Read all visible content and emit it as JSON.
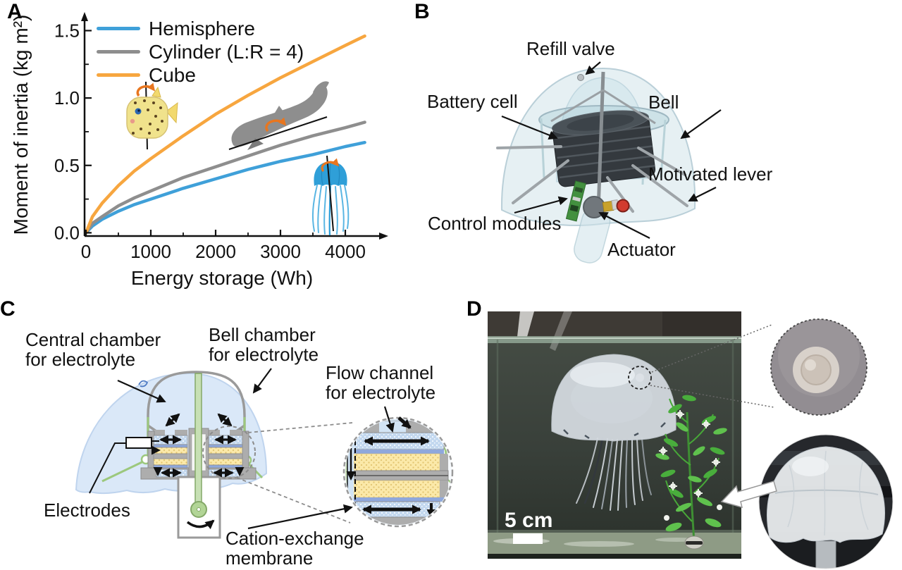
{
  "figure": {
    "panel_a": {
      "label": "A"
    },
    "panel_b": {
      "label": "B",
      "annotations": {
        "refill_valve": "Refill valve",
        "battery_cell": "Battery cell",
        "bell": "Bell",
        "motivated_lever": "Motivated lever",
        "control_modules": "Control modules",
        "actuator": "Actuator"
      }
    },
    "panel_c": {
      "label": "C",
      "annotations": {
        "central_chamber": "Central chamber\nfor electrolyte",
        "bell_chamber": "Bell chamber\nfor electrolyte",
        "flow_channel": "Flow channel\nfor electrolyte",
        "electrodes": "Electrodes",
        "cation_exchange_membrane": "Cation-exchange\nmembrane"
      }
    },
    "panel_d": {
      "label": "D",
      "scale_bar_label": "5 cm"
    }
  },
  "chart_data": {
    "type": "line",
    "title": "",
    "xlabel": "Energy storage (Wh)",
    "ylabel": "Moment of inertia (kg m²)",
    "xlim": [
      0,
      4300
    ],
    "ylim": [
      0,
      1.5
    ],
    "x_ticks": [
      0,
      1000,
      2000,
      3000,
      4000
    ],
    "x_minor_ticks": [
      500,
      1500,
      2500,
      3500
    ],
    "y_ticks": [
      "0.0",
      "0.5",
      "1.0",
      "1.5"
    ],
    "y_tick_values": [
      0,
      0.5,
      1.0,
      1.5
    ],
    "y_minor_ticks": [
      0.25,
      0.75,
      1.25
    ],
    "legend_position": "upper-left",
    "grid": false,
    "x": [
      0,
      100,
      250,
      500,
      750,
      1000,
      1500,
      2000,
      2500,
      3000,
      3500,
      4000,
      4300
    ],
    "series": [
      {
        "name": "Hemisphere",
        "color": "#3FA0D9",
        "values": [
          0,
          0.05,
          0.1,
          0.16,
          0.21,
          0.25,
          0.33,
          0.4,
          0.47,
          0.53,
          0.58,
          0.64,
          0.67
        ]
      },
      {
        "name": "Cylinder (L:R = 4)",
        "color": "#8E8E8E",
        "values": [
          0,
          0.07,
          0.12,
          0.2,
          0.26,
          0.31,
          0.41,
          0.49,
          0.57,
          0.65,
          0.72,
          0.78,
          0.82
        ]
      },
      {
        "name": "Cube",
        "color": "#F7A63F",
        "values": [
          0,
          0.12,
          0.22,
          0.35,
          0.46,
          0.55,
          0.72,
          0.88,
          1.02,
          1.15,
          1.27,
          1.39,
          1.46
        ]
      }
    ],
    "annotations": [
      "boxfish yaw axis",
      "whale roll axis",
      "jellyfish yaw axis"
    ]
  },
  "colors": {
    "accent_orange_arrow": "#E8761F",
    "panel_c_dome": "#DAE8F8",
    "electrode_yellow": "#FBE9A9",
    "membrane_blue": "#8FA8DC",
    "channel_blue": "#C3D8EF",
    "green_rod": "#C7E0B4"
  }
}
